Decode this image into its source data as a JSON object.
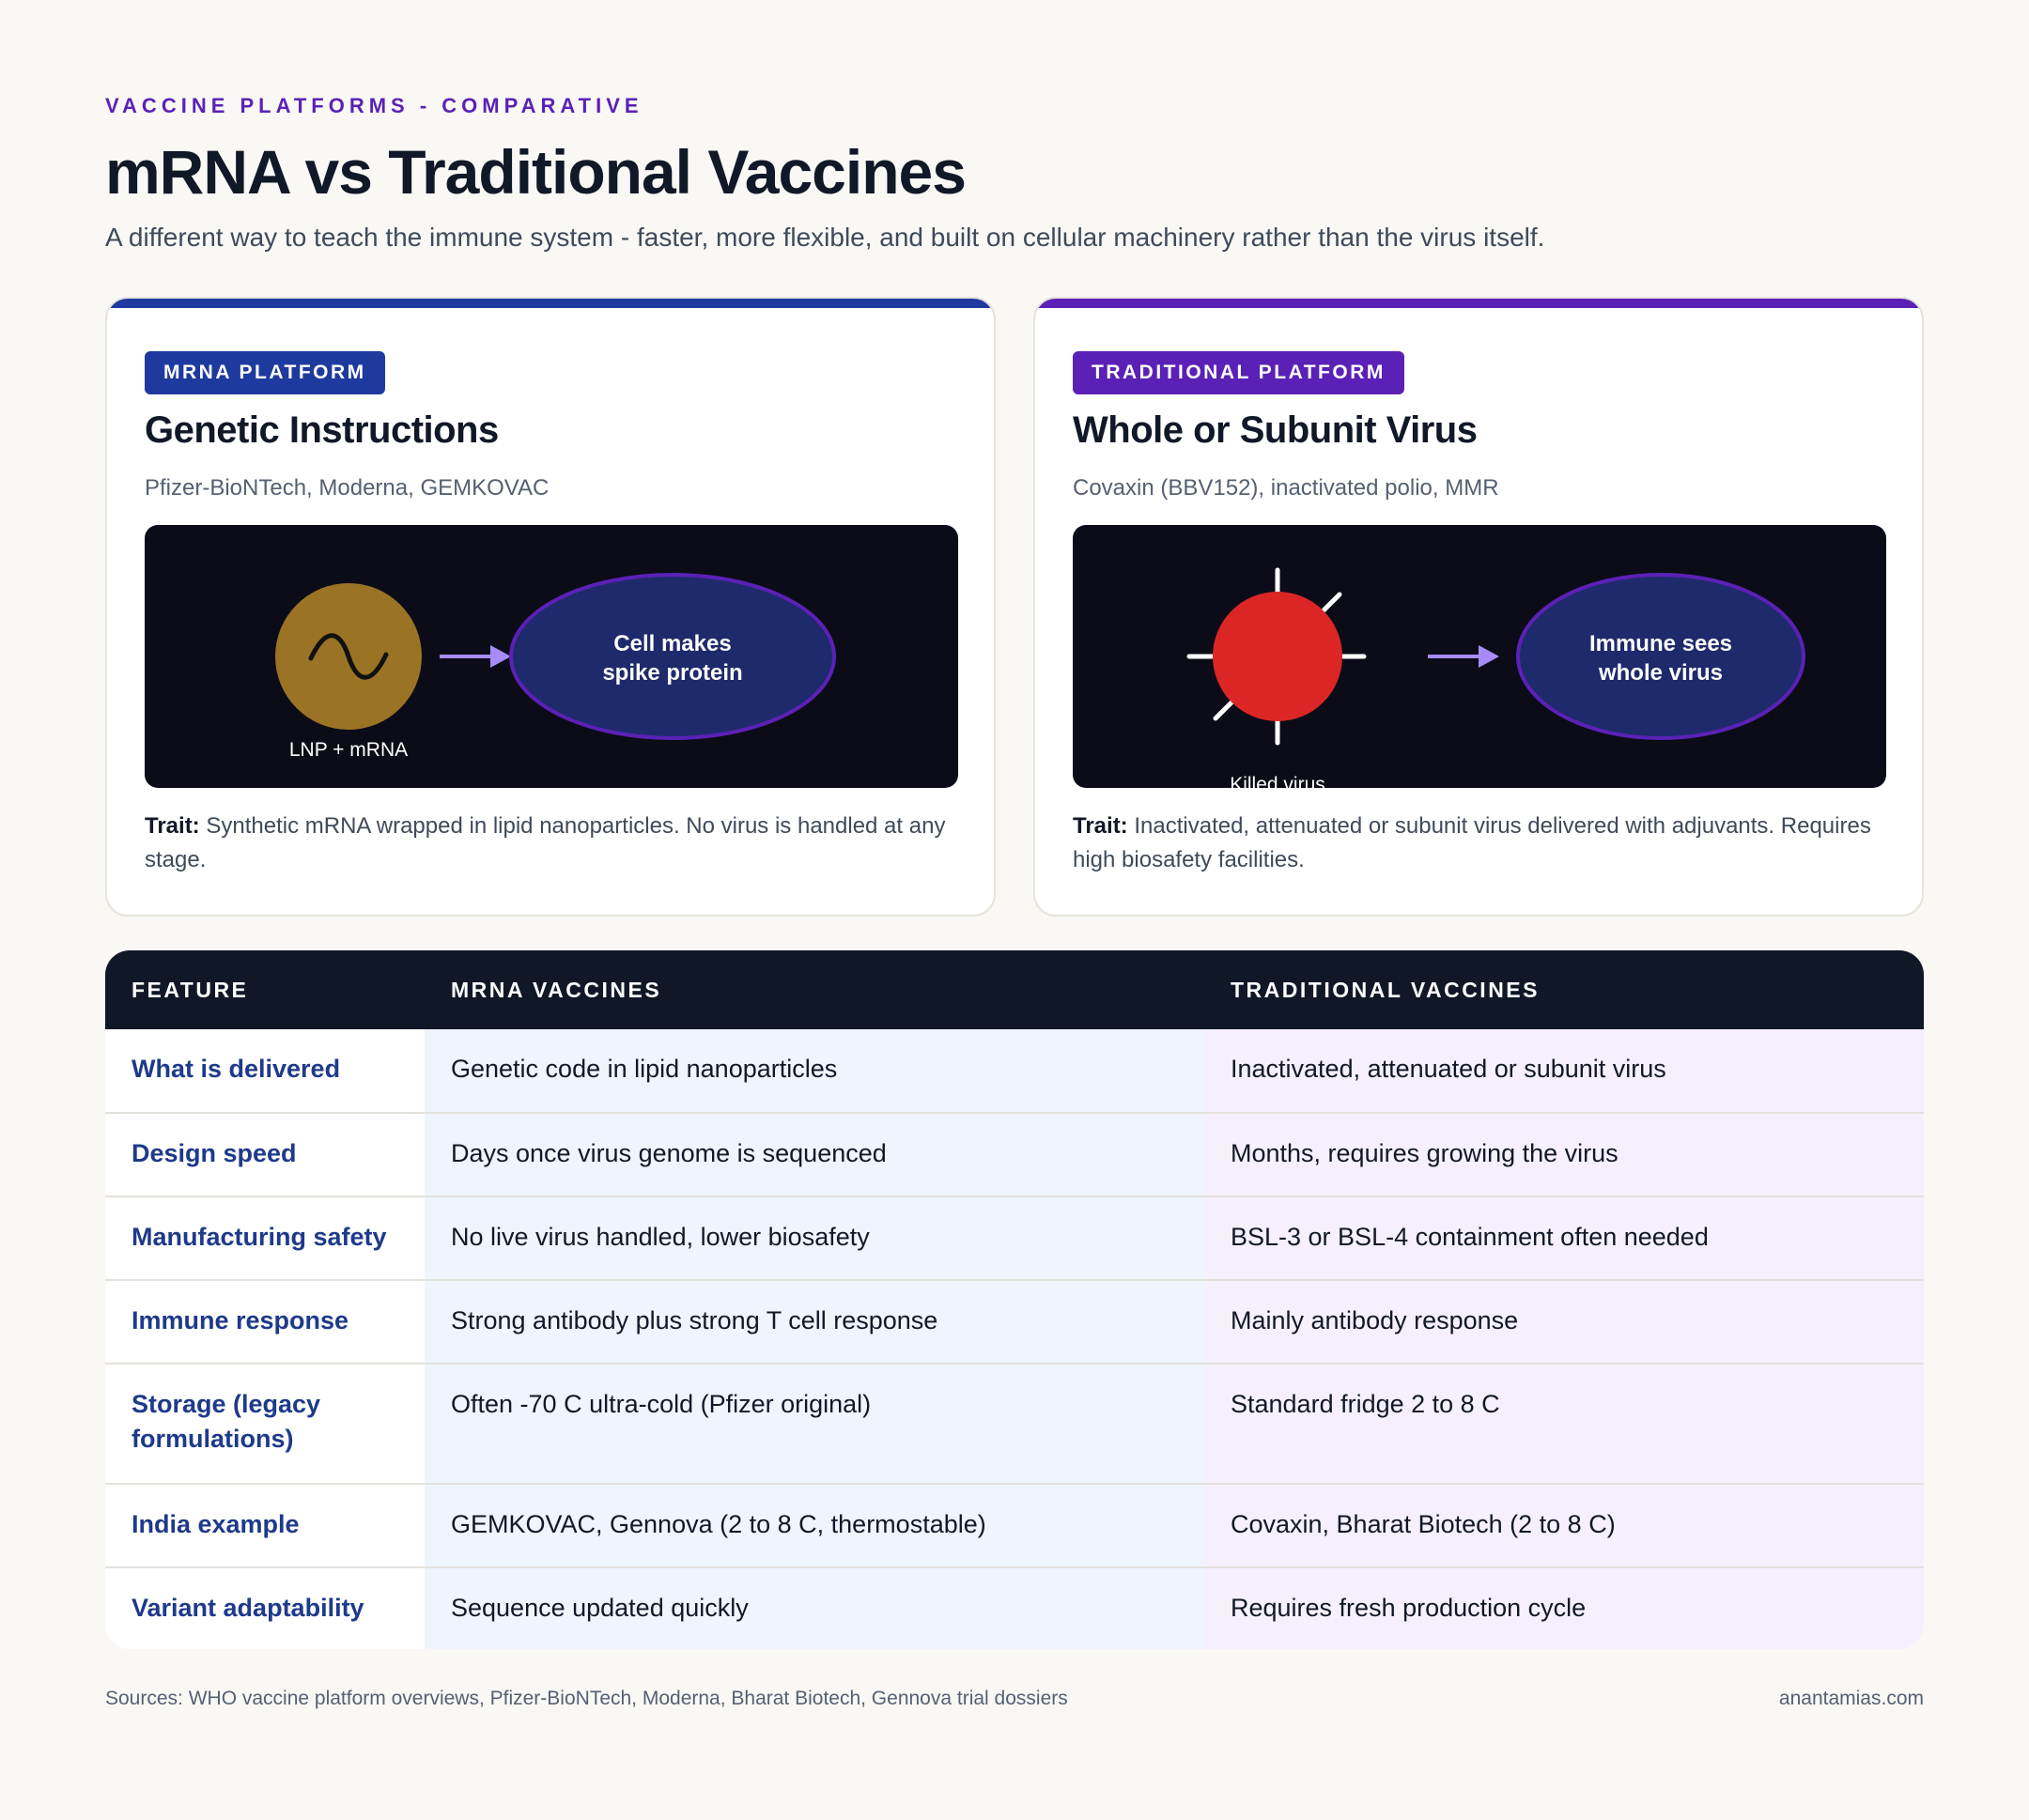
{
  "header": {
    "eyebrow": "VACCINE PLATFORMS - COMPARATIVE",
    "title": "mRNA vs Traditional Vaccines",
    "subtitle": "A different way to teach the immune system - faster, more flexible, and built on cellular machinery rather than the virus itself."
  },
  "cards": {
    "mrna": {
      "badge": "MRNA PLATFORM",
      "title": "Genetic Instructions",
      "examples": "Pfizer-BioNTech, Moderna, GEMKOVAC",
      "illustration": {
        "source_label": "LNP + mRNA",
        "target_label_line1": "Cell makes",
        "target_label_line2": "spike protein",
        "source_icon": "wave-icon",
        "source_color": "#9a7424"
      },
      "trait_label": "Trait:",
      "trait_text": "Synthetic mRNA wrapped in lipid nanoparticles. No virus is handled at any stage."
    },
    "traditional": {
      "badge": "TRADITIONAL PLATFORM",
      "title": "Whole or Subunit Virus",
      "examples": "Covaxin (BBV152), inactivated polio, MMR",
      "illustration": {
        "source_label": "Killed virus",
        "target_label_line1": "Immune sees",
        "target_label_line2": "whole virus",
        "source_icon": "virus-icon",
        "source_color": "#dc2626"
      },
      "trait_label": "Trait:",
      "trait_text": "Inactivated, attenuated or subunit virus delivered with adjuvants. Requires high biosafety facilities."
    }
  },
  "table": {
    "headers": [
      "FEATURE",
      "MRNA VACCINES",
      "TRADITIONAL VACCINES"
    ],
    "rows": [
      {
        "feature": "What is delivered",
        "mrna": "Genetic code in lipid nanoparticles",
        "traditional": "Inactivated, attenuated or subunit virus"
      },
      {
        "feature": "Design speed",
        "mrna": "Days once virus genome is sequenced",
        "traditional": "Months, requires growing the virus"
      },
      {
        "feature": "Manufacturing safety",
        "mrna": "No live virus handled, lower biosafety",
        "traditional": "BSL-3 or BSL-4 containment often needed"
      },
      {
        "feature": "Immune response",
        "mrna": "Strong antibody plus strong T cell response",
        "traditional": "Mainly antibody response"
      },
      {
        "feature": "Storage (legacy formulations)",
        "mrna": "Often -70 C ultra-cold (Pfizer original)",
        "traditional": "Standard fridge 2 to 8 C"
      },
      {
        "feature": "India example",
        "mrna": "GEMKOVAC, Gennova (2 to 8 C, thermostable)",
        "traditional": "Covaxin, Bharat Biotech (2 to 8 C)"
      },
      {
        "feature": "Variant adaptability",
        "mrna": "Sequence updated quickly",
        "traditional": "Requires fresh production cycle"
      }
    ]
  },
  "footer": {
    "sources": "Sources: WHO vaccine platform overviews, Pfizer-BioNTech, Moderna, Bharat Biotech, Gennova trial dossiers",
    "site": "anantamias.com"
  },
  "colors": {
    "mrna_accent": "#1e3a9f",
    "traditional_accent": "#5b21b6",
    "arrow": "#a78bfa",
    "cell_fill": "#1e2a6b",
    "cell_stroke": "#5b21b6"
  }
}
